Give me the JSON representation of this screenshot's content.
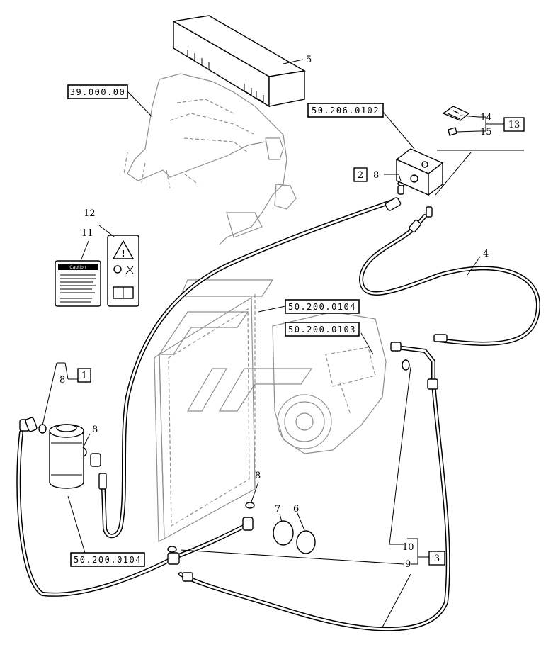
{
  "refs": {
    "ref_39000": "39.000.00",
    "ref_50206": "50.206.0102",
    "ref_50200_0104_a": "50.200.0104",
    "ref_50200_0103": "50.200.0103",
    "ref_50200_0104_b": "50.200.0104"
  },
  "items": {
    "n1": "1",
    "n2": "2",
    "n3": "3",
    "n4": "4",
    "n5": "5",
    "n6": "6",
    "n7": "7",
    "n8a": "8",
    "n8b": "8",
    "n8c": "8",
    "n8d": "8",
    "n9": "9",
    "n10": "10",
    "n11": "11",
    "n12": "12",
    "n13": "13",
    "n14": "14",
    "n15": "15"
  },
  "decal": {
    "caution": "Caution"
  },
  "colors": {
    "line": "#000000",
    "ghost": "#8e8e8e",
    "background": "#ffffff"
  }
}
